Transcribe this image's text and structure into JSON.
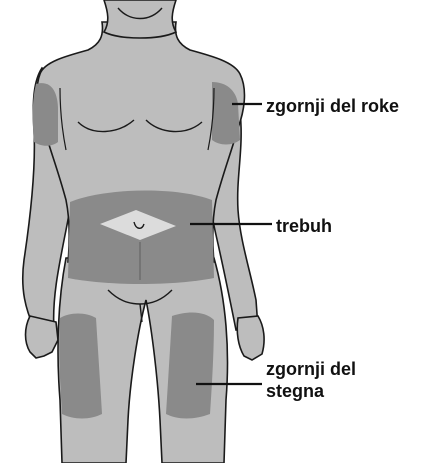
{
  "labels": {
    "upper_arm": "zgornji del roke",
    "abdomen": "trebuh",
    "thigh_line1": "zgornji del",
    "thigh_line2": "stegna"
  },
  "colors": {
    "body_fill": "#bdbdbd",
    "zone_fill": "#8a8a8a",
    "navel_zone_fill": "#dcdcdc",
    "outline": "#1a1a1a",
    "leader_line": "#111111",
    "label_text": "#111111"
  }
}
